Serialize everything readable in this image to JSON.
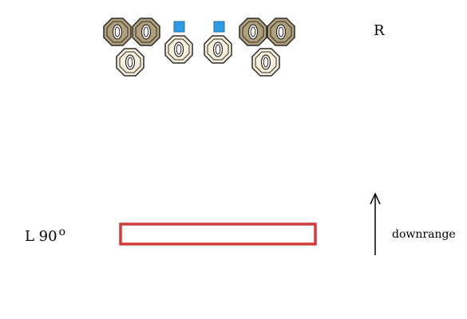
{
  "labels": {
    "right_side": "R",
    "left_side": "L 90",
    "degree_symbol": "o",
    "direction": "downrange"
  },
  "colors": {
    "position_marker": "#d33a3a",
    "floodlight_dark_fill": "#b19f79",
    "floodlight_light_fill": "#f7efd9",
    "floodlight_outline": "#2b2b2b",
    "camera_fill": "#2f9be0",
    "camera_outline": "#1d6fb0",
    "arrow": "#000000"
  },
  "items": {
    "floodlights_dark_count": 4,
    "floodlights_light_count": 4,
    "camera_markers_count": 2
  }
}
